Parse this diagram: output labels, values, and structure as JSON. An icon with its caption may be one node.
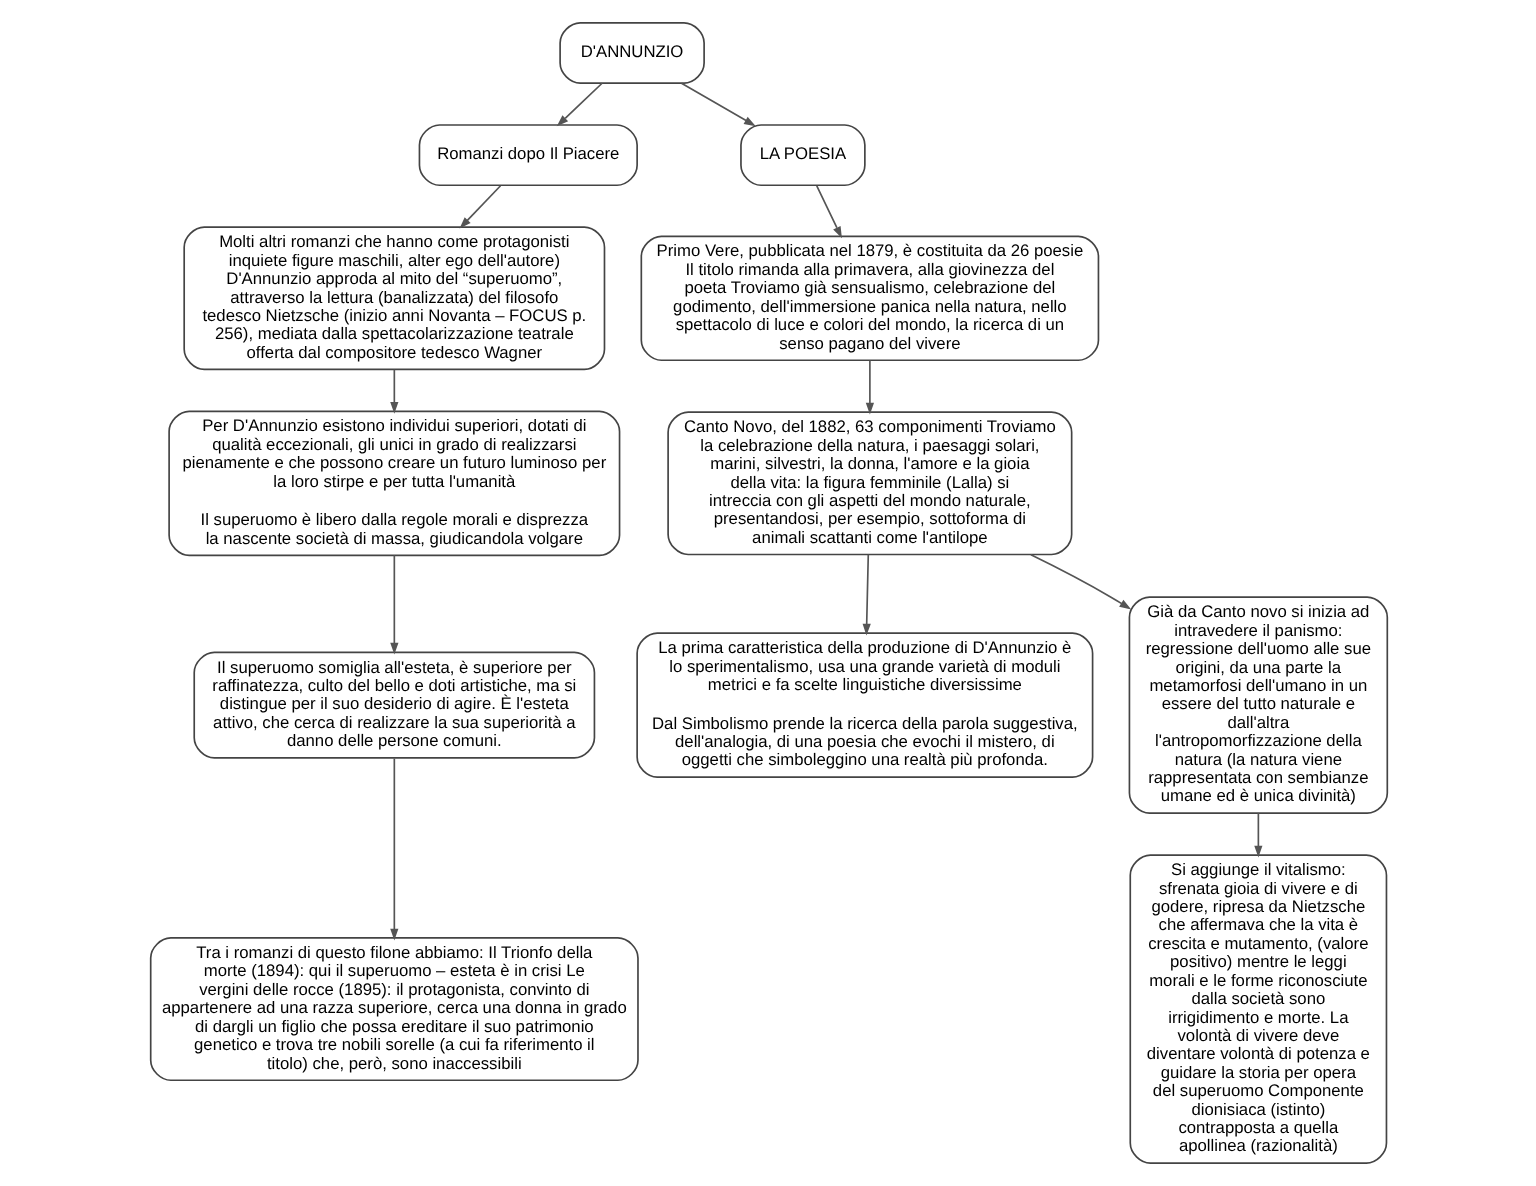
{
  "diagram": {
    "nodes": [
      {
        "text": [
          "D'ANNUNZIO"
        ]
      },
      {
        "text": [
          "Romanzi dopo Il Piacere"
        ]
      },
      {
        "text": [
          "Molti altri romanzi che hanno come protagonisti inquiete figure maschili, alter ego dell'autore) D'Annunzio approda al mito del “superuomo”, attraverso la lettura (banalizzata) del filosofo tedesco Nietzsche (inizio anni Novanta – FOCUS p. 256), mediata dalla spettacolarizzazione teatrale offerta dal compositore tedesco Wagner"
        ]
      },
      {
        "text": [
          "Per D'Annunzio esistono individui superiori, dotati di qualità eccezionali, gli unici in grado di realizzarsi pienamente e che possono creare un futuro luminoso per la loro stirpe e per tutta l'umanità",
          "Il superuomo è libero dalla regole morali e disprezza la nascente società di massa, giudicandola volgare"
        ]
      },
      {
        "text": [
          "Il superuomo somiglia all'esteta, è superiore per raffinatezza, culto del bello e doti artistiche, ma si distingue per il suo desiderio di agire. È l'esteta attivo, che cerca di realizzare la sua superiorità a danno delle persone comuni."
        ]
      },
      {
        "text": [
          "Tra i romanzi di questo filone abbiamo: Il Trionfo della morte (1894): qui il superuomo – esteta è in crisi Le vergini delle rocce (1895): il protagonista, convinto di appartenere ad una razza superiore, cerca una donna in grado di dargli un figlio che possa ereditare il suo patrimonio genetico e trova tre nobili sorelle (a cui fa riferimento il titolo) che, però, sono inaccessibili"
        ]
      },
      {
        "text": [
          "LA POESIA"
        ]
      },
      {
        "text": [
          "Primo Vere, pubblicata nel 1879, è costituita da 26 poesie Il titolo rimanda alla primavera, alla giovinezza del poeta Troviamo già sensualismo, celebrazione del godimento, dell'immersione panica nella natura, nello spettacolo di luce e colori del mondo, la ricerca di un senso pagano del vivere"
        ]
      },
      {
        "text": [
          "Canto Novo, del 1882, 63 componimenti Troviamo la celebrazione della natura, i paesaggi solari, marini, silvestri, la donna, l'amore e la gioia della vita: la figura femminile (Lalla) si intreccia con gli aspetti del mondo naturale, presentandosi, per esempio, sottoforma di animali scattanti come l'antilope"
        ]
      },
      {
        "text": [
          "La prima caratteristica della produzione di D'Annunzio è lo sperimentalismo, usa una grande varietà di moduli metrici e fa scelte linguistiche diversissime",
          "Dal Simbolismo prende la ricerca della parola suggestiva, dell'analogia, di una poesia che evochi il mistero, di oggetti che simboleggino una realtà più profonda."
        ]
      },
      {
        "text": [
          "Si aggiunge il vitalismo: sfrenata gioia di vivere e di godere, ripresa da Nietzsche che affermava che la vita è crescita e mutamento, (valore positivo) mentre le leggi morali e le forme riconosciute dalla società sono irrigidimento e morte. La volontà di vivere deve diventare volontà di potenza e guidare la storia per opera del superuomo Componente dionisiaca (istinto) contrapposta a quella apollinea (razionalità)"
        ]
      },
      {
        "text": [
          "Già da Canto novo si inizia ad intravedere il panismo: regressione dell'uomo alle sue origini, da una parte la metamorfosi dell'umano in un essere del tutto naturale e dall'altra l'antropomorfizzazione della natura (la natura viene rappresentata con sembianze umane ed è unica divinità)"
        ]
      }
    ],
    "edges": [
      {
        "from": 0,
        "to": 1,
        "arrow": "to"
      },
      {
        "from": 1,
        "to": 2,
        "arrow": "to"
      },
      {
        "from": 2,
        "to": 3,
        "arrow": "to"
      },
      {
        "from": 3,
        "to": 4,
        "arrow": "to"
      },
      {
        "from": 4,
        "to": 5,
        "arrow": "to"
      },
      {
        "from": 0,
        "to": 6,
        "arrow": "to"
      },
      {
        "from": 6,
        "to": 7,
        "arrow": "to"
      },
      {
        "from": 7,
        "to": 8,
        "arrow": "to"
      },
      {
        "from": 8,
        "to": 9,
        "arrow": "to"
      },
      {
        "from": 8,
        "to": 11,
        "arrow": "to"
      },
      {
        "from": 11,
        "to": 10,
        "arrow": "to"
      }
    ]
  }
}
